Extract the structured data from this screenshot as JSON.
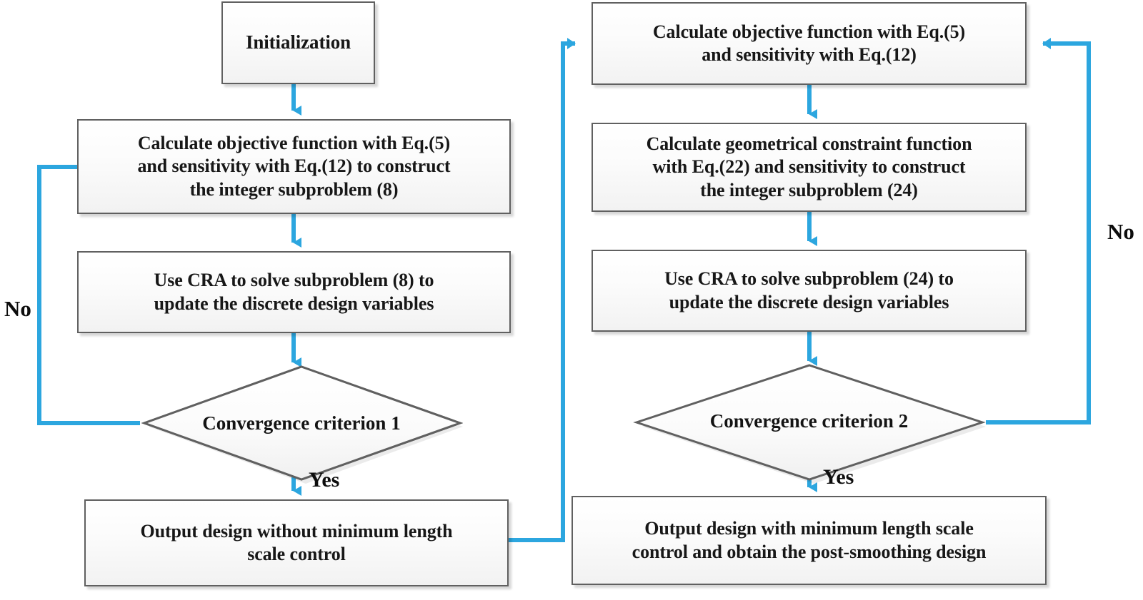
{
  "diagram": {
    "title": "Flowchart of the discrete topology optimization procedure",
    "accent_color": "#2CA6DF",
    "node_border_color": "#606060",
    "node_fill_color": "#F4F4F4",
    "text_color": "#171717"
  },
  "nodes": {
    "initialization": {
      "label": "Initialization",
      "shape": "process"
    },
    "left_objective": {
      "label": "Calculate objective function with Eq.(5) and sensitivity with Eq.(12) to construct the integer subproblem (8)",
      "shape": "process"
    },
    "left_cra": {
      "label": "Use CRA to solve subproblem (8) to update the discrete design variables",
      "shape": "process"
    },
    "left_decision": {
      "label": "Convergence criterion 1",
      "shape": "decision"
    },
    "left_output": {
      "label": "Output design without minimum length scale control",
      "shape": "process"
    },
    "right_objective": {
      "label": "Calculate objective function with Eq.(5) and  sensitivity with Eq.(12)",
      "shape": "process"
    },
    "right_constraint": {
      "label": "Calculate geometrical constraint function with Eq.(22) and sensitivity to construct the integer subproblem (24)",
      "shape": "process"
    },
    "right_cra": {
      "label": "Use CRA to solve subproblem (24) to update the discrete design variables",
      "shape": "process"
    },
    "right_decision": {
      "label": "Convergence criterion 2",
      "shape": "decision"
    },
    "right_output": {
      "label": "Output design with minimum length scale control and obtain  the post-smoothing design",
      "shape": "process"
    }
  },
  "edge_labels": {
    "left_no": "No",
    "left_yes": "Yes",
    "right_no": "No",
    "right_yes": "Yes"
  },
  "node_lines": {
    "initialization": [
      "Initialization"
    ],
    "left_objective": [
      "Calculate objective function with Eq.(5)",
      "and sensitivity with Eq.(12) to construct",
      "the integer subproblem (8)"
    ],
    "left_cra": [
      "Use CRA to solve subproblem (8) to",
      "update the discrete design variables"
    ],
    "left_decision": [
      "Convergence criterion 1"
    ],
    "left_output": [
      "Output design without minimum length",
      "scale control"
    ],
    "right_objective": [
      "Calculate objective function with Eq.(5)",
      "and  sensitivity with Eq.(12)"
    ],
    "right_constraint": [
      "Calculate geometrical constraint function",
      "with Eq.(22) and sensitivity to construct",
      "the integer subproblem (24)"
    ],
    "right_cra": [
      "Use CRA to solve subproblem (24) to",
      "update the discrete design variables"
    ],
    "right_decision": [
      "Convergence criterion 2"
    ],
    "right_output": [
      "Output design with minimum length scale",
      "control and obtain  the post-smoothing design"
    ]
  }
}
